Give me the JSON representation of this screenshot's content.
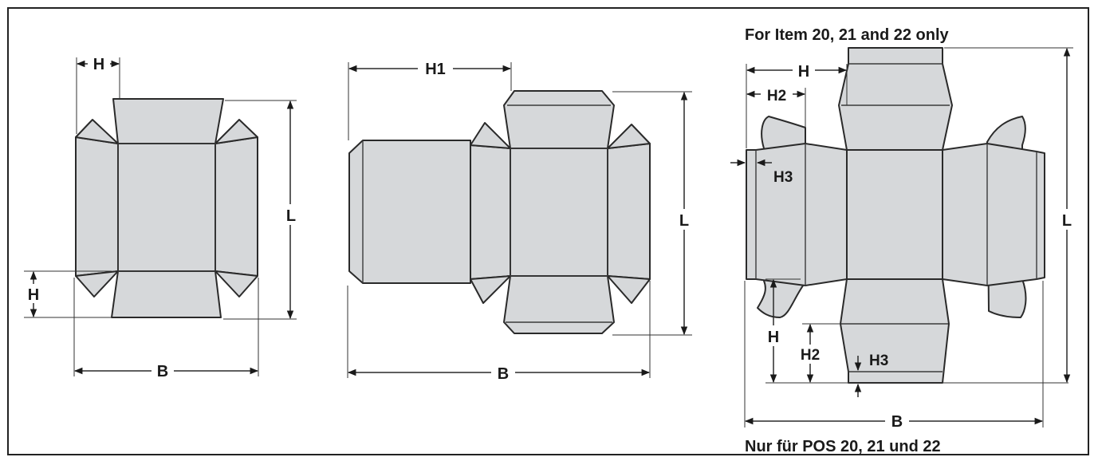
{
  "figure": {
    "header_note": "For Item 20, 21 and 22 only",
    "footer_note": "Nur für POS 20, 21 und 22",
    "line_color": "#2a2a2a",
    "panel_fill": "#d6d8da"
  },
  "blank_1": {
    "dim_h_top": "H",
    "dim_h_bottom": "H",
    "dim_l": "L",
    "dim_b": "B"
  },
  "blank_2": {
    "dim_h1": "H1",
    "dim_l": "L",
    "dim_b": "B"
  },
  "blank_3": {
    "dim_h": "H",
    "dim_h2_top": "H2",
    "dim_h3_left": "H3",
    "dim_h_left": "H",
    "dim_h2_bottom": "H2",
    "dim_h3_bottom": "H3",
    "dim_l": "L",
    "dim_b": "B"
  }
}
